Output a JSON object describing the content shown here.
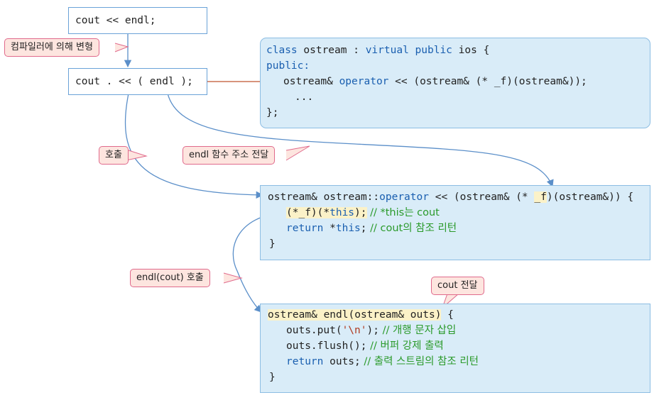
{
  "stmt_original": "cout << endl;",
  "stmt_transformed": "cout . << ( endl );",
  "callouts": {
    "compile_transform": "컴파일러에 의해 변형",
    "call": "호출",
    "pass_endl_address": "endl 함수 주소 전달",
    "endl_cout_call": "endl(cout) 호출",
    "pass_cout": "cout 전달"
  },
  "class_decl": {
    "kw_class": "class",
    "name": " ostream : ",
    "kw_virtual": "virtual",
    "kw_public": "public",
    "base": " ios {",
    "access": "public:",
    "member_ret": "ostream& ",
    "kw_operator": "operator",
    "member_rest": " << (ostream& (* _f)(ostream&));",
    "ellipsis": "...",
    "close": "};"
  },
  "operator_def": {
    "sig_a": "ostream& ostream::",
    "kw_operator": "operator",
    "sig_b": " << (ostream& (* ",
    "param": "_f",
    "sig_c": ")(ostream&)) {",
    "call_a": "(*_f)(*",
    "kw_this": "this",
    "call_b": ");",
    "comment1": " // *this는 cout",
    "kw_return": "return",
    "ret_a": " *",
    "kw_this2": "this",
    "ret_b": ";",
    "comment2": " // cout의 참조 리턴",
    "close": "}"
  },
  "endl_def": {
    "signature": "ostream& endl(ostream& outs)",
    "brace": " {",
    "put_a": "outs.put(",
    "put_str": "'\\n'",
    "put_b": ");",
    "comment1": " // 개행 문자 삽입",
    "flush": "outs.flush();",
    "comment2": " // 버퍼 강제 출력",
    "kw_return": "return",
    "ret_b": " outs;",
    "comment3": " // 출력 스트림의 참조 리턴",
    "close": "}"
  },
  "colors": {
    "arrow": "#5b8fc9",
    "arrow_red": "#c0552e",
    "panel": "#d9ecf8",
    "callout_fill": "#fde5df",
    "callout_border": "#e06a8c"
  }
}
